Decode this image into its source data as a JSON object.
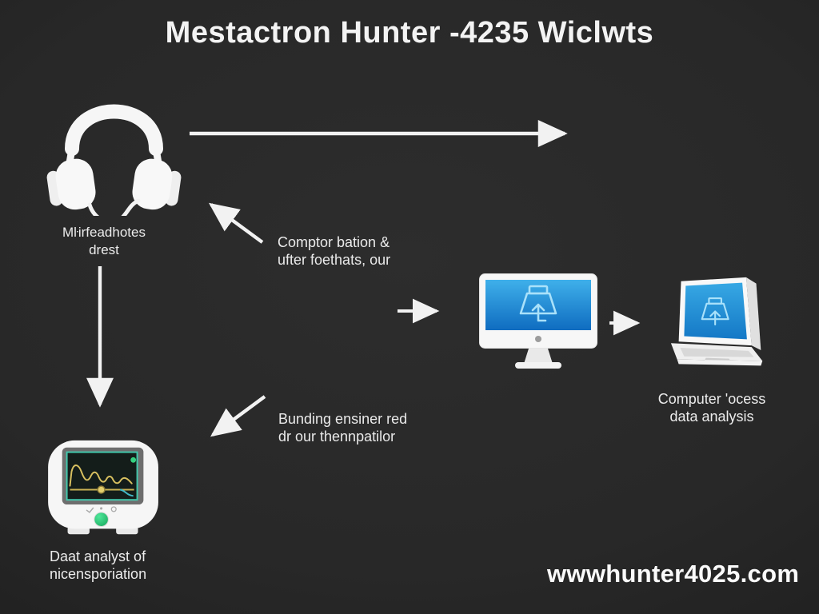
{
  "title": "Mestactron Hunter -4235 Wiclwts",
  "headphones": {
    "icon": "headphones-icon",
    "label_line1": "Mŀirfeadhotes",
    "label_line2": "drest"
  },
  "annotations": {
    "upper": {
      "line1": "Comptor bation &",
      "line2": "ufter foethats, our"
    },
    "lower": {
      "line1": "Bunding ensiner red",
      "line2": "dr our thennpatilor"
    }
  },
  "desktop": {
    "icon": "desktop-computer-icon"
  },
  "laptop": {
    "icon": "laptop-icon",
    "label_line1": "Computer 'ocess",
    "label_line2": "data analysis"
  },
  "recorder": {
    "icon": "waveform-recorder-icon",
    "label_line1": "Daat analyst of",
    "label_line2": "nicensporiation"
  },
  "footer": {
    "website": "wwwhunter4025.com"
  },
  "icons": {
    "flow_arrows": [
      "arrow-right-long",
      "arrow-up-left",
      "arrow-down",
      "arrow-down-left",
      "arrow-right-short",
      "arrow-right-short"
    ]
  },
  "colors": {
    "background": "#262626",
    "text": "#efefef",
    "screen_blue_top": "#3fb0ea",
    "screen_blue_bottom": "#0f6cc0",
    "glyph_blue": "#a9e1fa",
    "button_green": "#2ecc71",
    "waveform_yellow": "#d8c060",
    "screen_teal": "#42c9ad"
  }
}
